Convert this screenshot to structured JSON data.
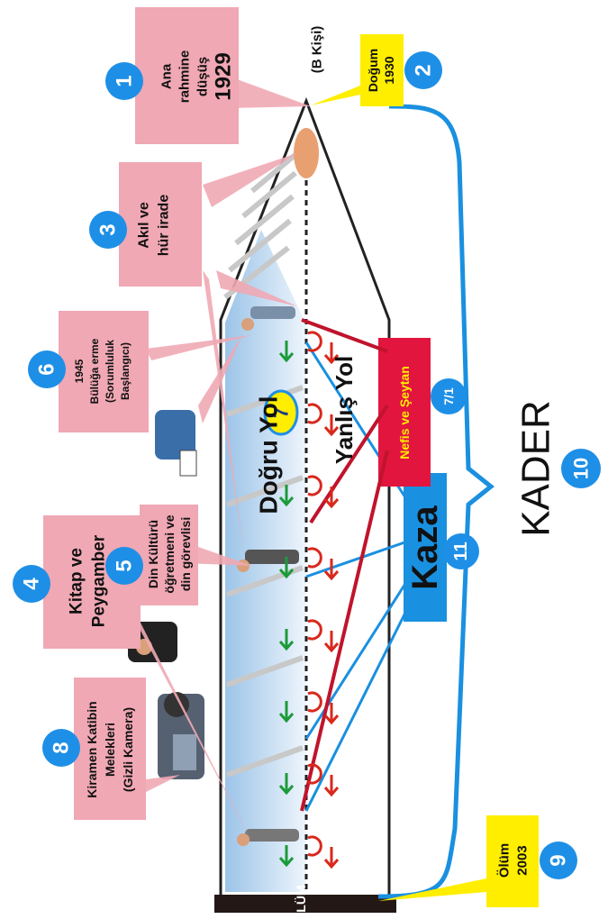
{
  "person_label": "(B Kişi)",
  "death_bar_label": "ÖLÜM",
  "callouts": [
    {
      "number": "1",
      "lines": [
        "Ana",
        "rahmine",
        "düşüş"
      ],
      "year": "1929"
    },
    {
      "number": "2",
      "lines": [
        "Doğum",
        "1930"
      ]
    },
    {
      "number": "3",
      "lines": [
        "Akıl ve",
        "hür irade"
      ]
    },
    {
      "number": "4",
      "lines": [
        "Kitap ve",
        "Peygamber"
      ]
    },
    {
      "number": "5",
      "lines": [
        "Din Kültürü",
        "öğretmeni ve",
        "din görevlisi"
      ]
    },
    {
      "number": "6",
      "lines": [
        "1945",
        "Bülüğa erme",
        "(Sorumluluk",
        "Başlangıcı)"
      ]
    },
    {
      "number": "7",
      "lines": []
    },
    {
      "number": "8",
      "lines": [
        "Kiramen Katibin",
        "Melekleri",
        "(Gizli Kamera)"
      ]
    },
    {
      "number": "9",
      "lines": [
        "Ölüm",
        "2003"
      ]
    },
    {
      "number": "10",
      "lines": [
        "KADER"
      ]
    },
    {
      "number": "11",
      "lines": [
        "Kaza"
      ]
    }
  ],
  "paths": {
    "right": "Doğru Yol",
    "wrong": "Yanlış Yol"
  },
  "nefis": {
    "number": "7/1",
    "label": "Nefis ve Şeytan"
  },
  "colors": {
    "callout_pink": "#f0a8b4",
    "callout_yellow": "#ffee00",
    "badge_blue": "#1e8fe6",
    "kaza_blue": "#1a90e0",
    "nefis_red": "#e2153f",
    "arrow_green": "#1c9a3a",
    "arrow_red": "#d9281c",
    "death_bar": "#231815"
  }
}
